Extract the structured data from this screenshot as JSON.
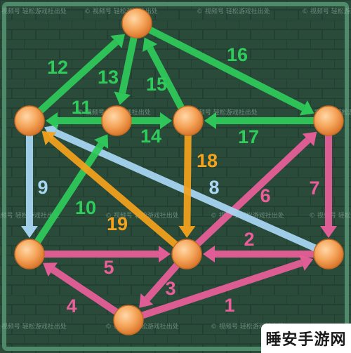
{
  "puzzle": {
    "edges": [
      {
        "from": "bottom-center",
        "to": "right-mid",
        "label": "1",
        "color": "pink"
      },
      {
        "from": "right-mid",
        "to": "center-mid",
        "label": "2",
        "color": "pink"
      },
      {
        "from": "center-mid",
        "to": "bottom-center",
        "label": "3",
        "color": "pink"
      },
      {
        "from": "bottom-center",
        "to": "left-mid",
        "label": "4",
        "color": "pink"
      },
      {
        "from": "left-mid",
        "to": "center-mid",
        "label": "5",
        "color": "pink"
      },
      {
        "from": "center-mid",
        "to": "right-top",
        "label": "6",
        "color": "pink"
      },
      {
        "from": "right-top",
        "to": "right-mid",
        "label": "7",
        "color": "pink"
      },
      {
        "from": "right-mid",
        "to": "left-top",
        "label": "8",
        "color": "lightblue"
      },
      {
        "from": "left-top",
        "to": "left-mid",
        "label": "9",
        "color": "lightblue"
      },
      {
        "from": "left-mid",
        "to": "inner-left",
        "label": "10",
        "color": "green"
      },
      {
        "from": "inner-left",
        "to": "left-top",
        "label": "11",
        "color": "green"
      },
      {
        "from": "left-top",
        "to": "top",
        "label": "12",
        "color": "green"
      },
      {
        "from": "top",
        "to": "inner-left",
        "label": "13",
        "color": "green"
      },
      {
        "from": "inner-left",
        "to": "center-top",
        "label": "14",
        "color": "green"
      },
      {
        "from": "center-top",
        "to": "top",
        "label": "15",
        "color": "green"
      },
      {
        "from": "top",
        "to": "right-top",
        "label": "16",
        "color": "green"
      },
      {
        "from": "right-top",
        "to": "center-top",
        "label": "17",
        "color": "green"
      },
      {
        "from": "center-top",
        "to": "center-mid",
        "label": "18",
        "color": "orange"
      },
      {
        "from": "center-mid",
        "to": "left-top",
        "label": "19",
        "color": "orange"
      }
    ],
    "colors": {
      "green": "#2ecc5a",
      "pink": "#ea5f9a",
      "lightblue": "#a9d8f5",
      "orange": "#f5a21c",
      "node": "#f2a65a"
    }
  },
  "watermark": "© 视频号 轻松游戏社出处",
  "logo": "睡安手游网"
}
